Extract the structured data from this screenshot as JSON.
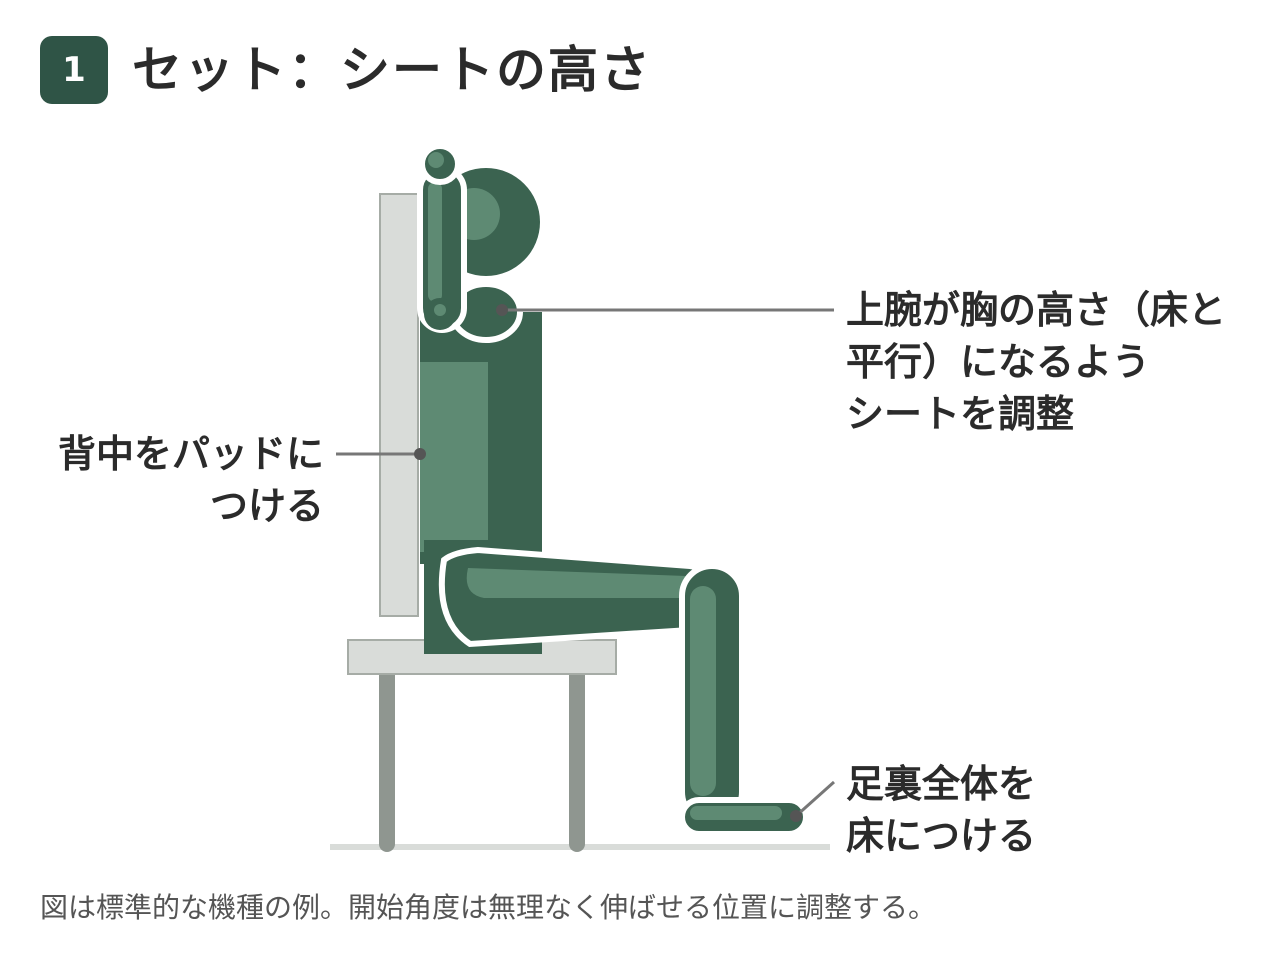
{
  "step": {
    "number": "1",
    "title": "セット：シートの高さ"
  },
  "callouts": {
    "back": [
      "背中をパッドに",
      "つける"
    ],
    "arm": [
      "上腕が胸の高さ（床と",
      "平行）になるよう",
      "シートを調整"
    ],
    "feet": [
      "足裏全体を",
      "床につける"
    ]
  },
  "footnote": "図は標準的な機種の例。開始角度は無理なく伸ばせる位置に調整する。",
  "colors": {
    "badge": "#2f5446",
    "body_dark": "#3b6350",
    "body_light": "#5e8a73",
    "machine": "#d9dcd9",
    "machine_outline": "#a6aca6",
    "leg_posts": "#8f9690"
  }
}
